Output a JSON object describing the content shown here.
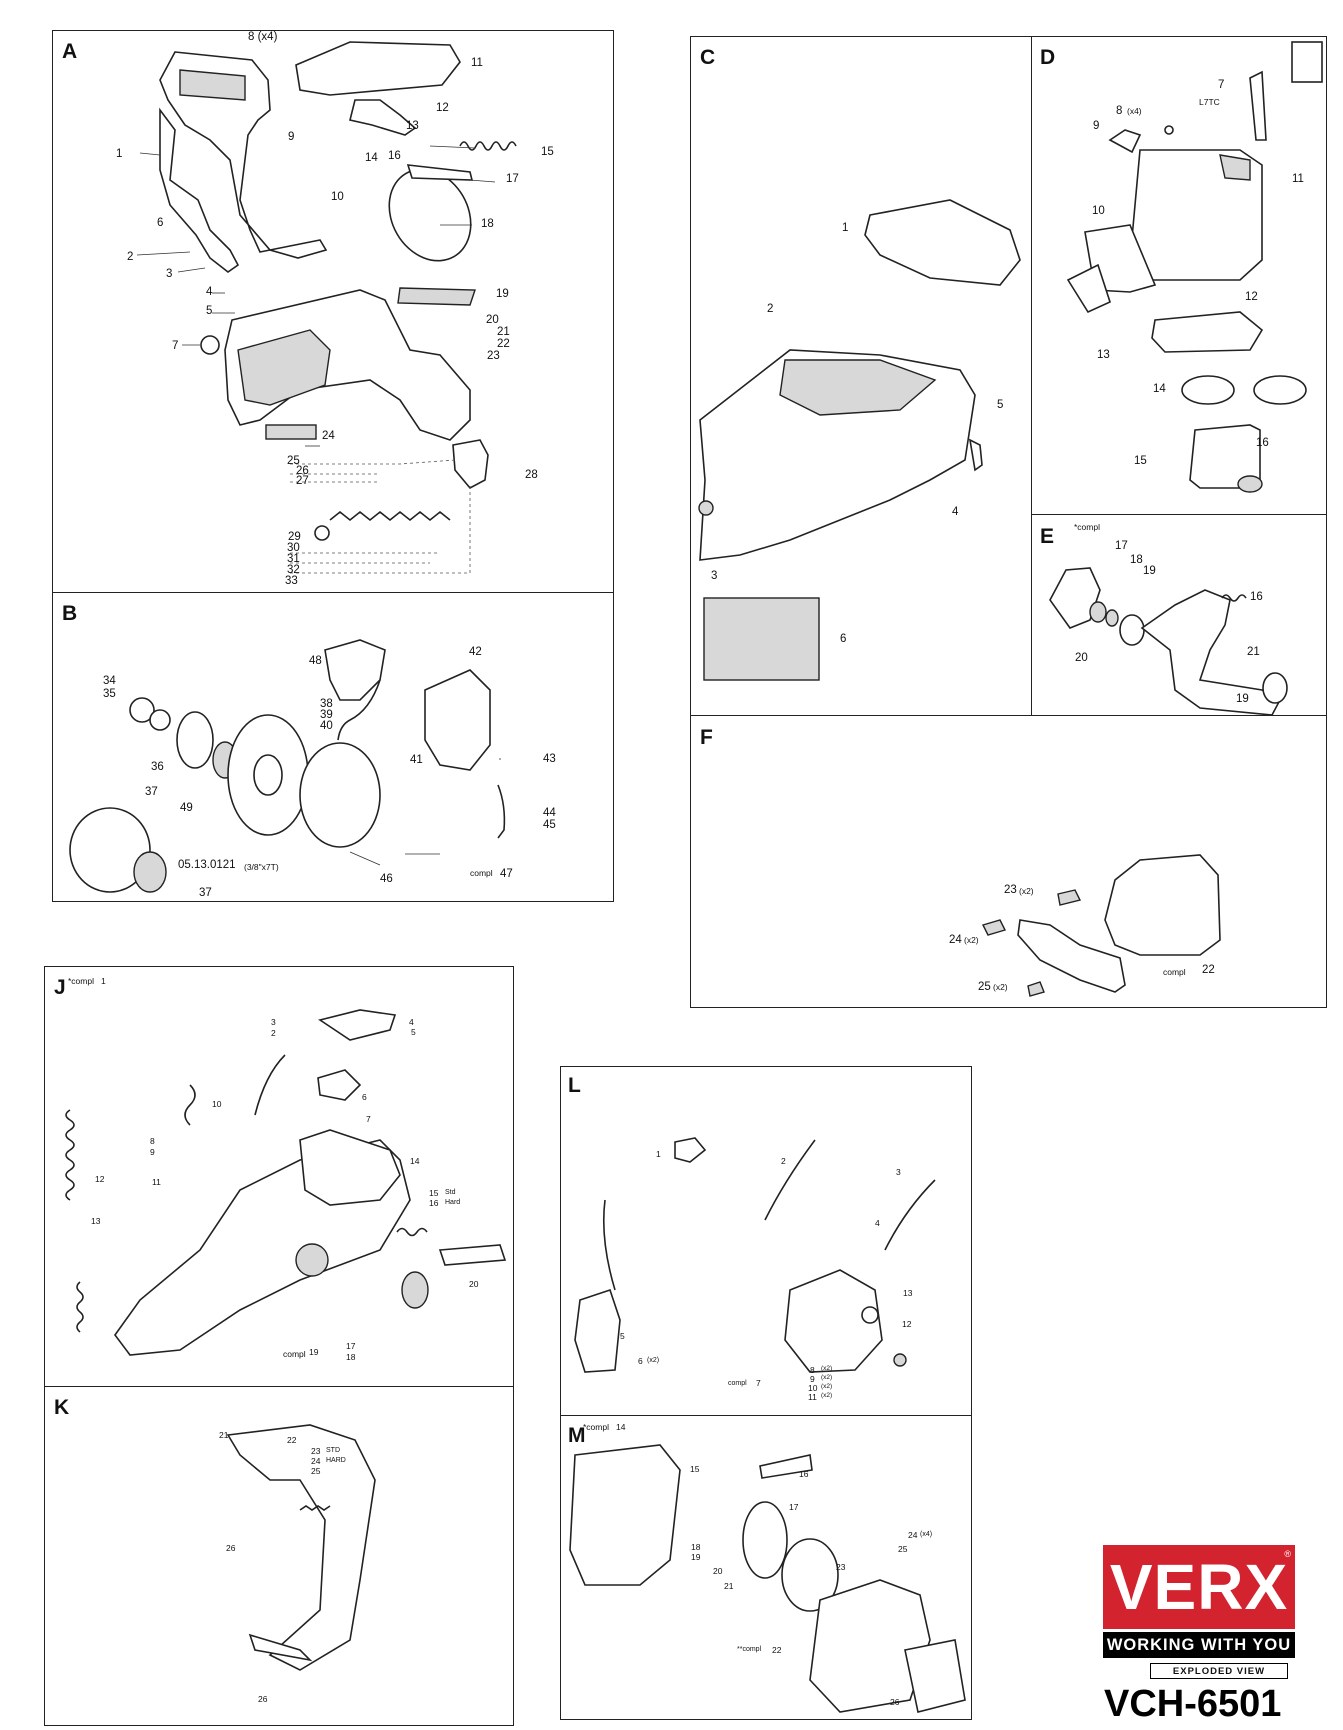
{
  "panels": {
    "A": {
      "label": "A",
      "callouts": [
        "8 (x4)",
        "11",
        "9",
        "12",
        "13",
        "1",
        "14",
        "16",
        "15",
        "17",
        "10",
        "18",
        "6",
        "2",
        "3",
        "4",
        "19",
        "5",
        "20",
        "21",
        "22",
        "7",
        "23",
        "24",
        "25",
        "26",
        "27",
        "28",
        "29",
        "30",
        "31",
        "32",
        "33"
      ]
    },
    "B": {
      "label": "B",
      "callouts": [
        "48",
        "42",
        "34",
        "35",
        "38",
        "39",
        "40",
        "36",
        "41",
        "43",
        "37",
        "49",
        "44",
        "45",
        "05.13.0121",
        "(3/8\"x7T)",
        "compl",
        "47",
        "46",
        "37"
      ]
    },
    "C": {
      "label": "C",
      "callouts": [
        "1",
        "2",
        "5",
        "4",
        "3",
        "6"
      ]
    },
    "D": {
      "label": "D",
      "callouts": [
        "7",
        "L7TC",
        "8",
        "(x4)",
        "9",
        "11",
        "10",
        "12",
        "13",
        "14",
        "15",
        "16"
      ]
    },
    "E": {
      "label": "E",
      "compl": "*compl",
      "callouts": [
        "17",
        "18",
        "19",
        "16",
        "20",
        "21",
        "19"
      ]
    },
    "F": {
      "label": "F",
      "callouts": [
        "23",
        "(x2)",
        "24",
        "(x2)",
        "25",
        "(x2)",
        "compl",
        "22"
      ]
    },
    "J": {
      "label": "J",
      "compl": "*compl",
      "compl_num": "1",
      "callouts": [
        "3",
        "2",
        "4",
        "5",
        "10",
        "6",
        "7",
        "8",
        "9",
        "14",
        "12",
        "11",
        "15",
        "Std",
        "16",
        "Hard",
        "13",
        "20",
        "compl",
        "19",
        "17",
        "18"
      ]
    },
    "K": {
      "label": "K",
      "callouts": [
        "21",
        "22",
        "23",
        "STD",
        "24",
        "HARD",
        "25",
        "26",
        "26"
      ]
    },
    "L": {
      "label": "L",
      "callouts": [
        "1",
        "2",
        "3",
        "4",
        "5",
        "6",
        "(x2)",
        "13",
        "12",
        "compl",
        "7",
        "8",
        "9",
        "10",
        "11",
        "(x2)",
        "(x2)",
        "(x2)",
        "(x2)"
      ]
    },
    "M": {
      "label": "M",
      "compl": "*compl",
      "compl_num": "14",
      "callouts": [
        "15",
        "16",
        "17",
        "18",
        "19",
        "20",
        "21",
        "23",
        "24",
        "(x4)",
        "25",
        "**compl",
        "22",
        "26"
      ]
    }
  },
  "brand": {
    "logo": "VERX",
    "registered": "®",
    "tagline": "WORKING WITH YOU",
    "subtitle": "EXPLODED VIEW",
    "model": "VCH-6501"
  }
}
